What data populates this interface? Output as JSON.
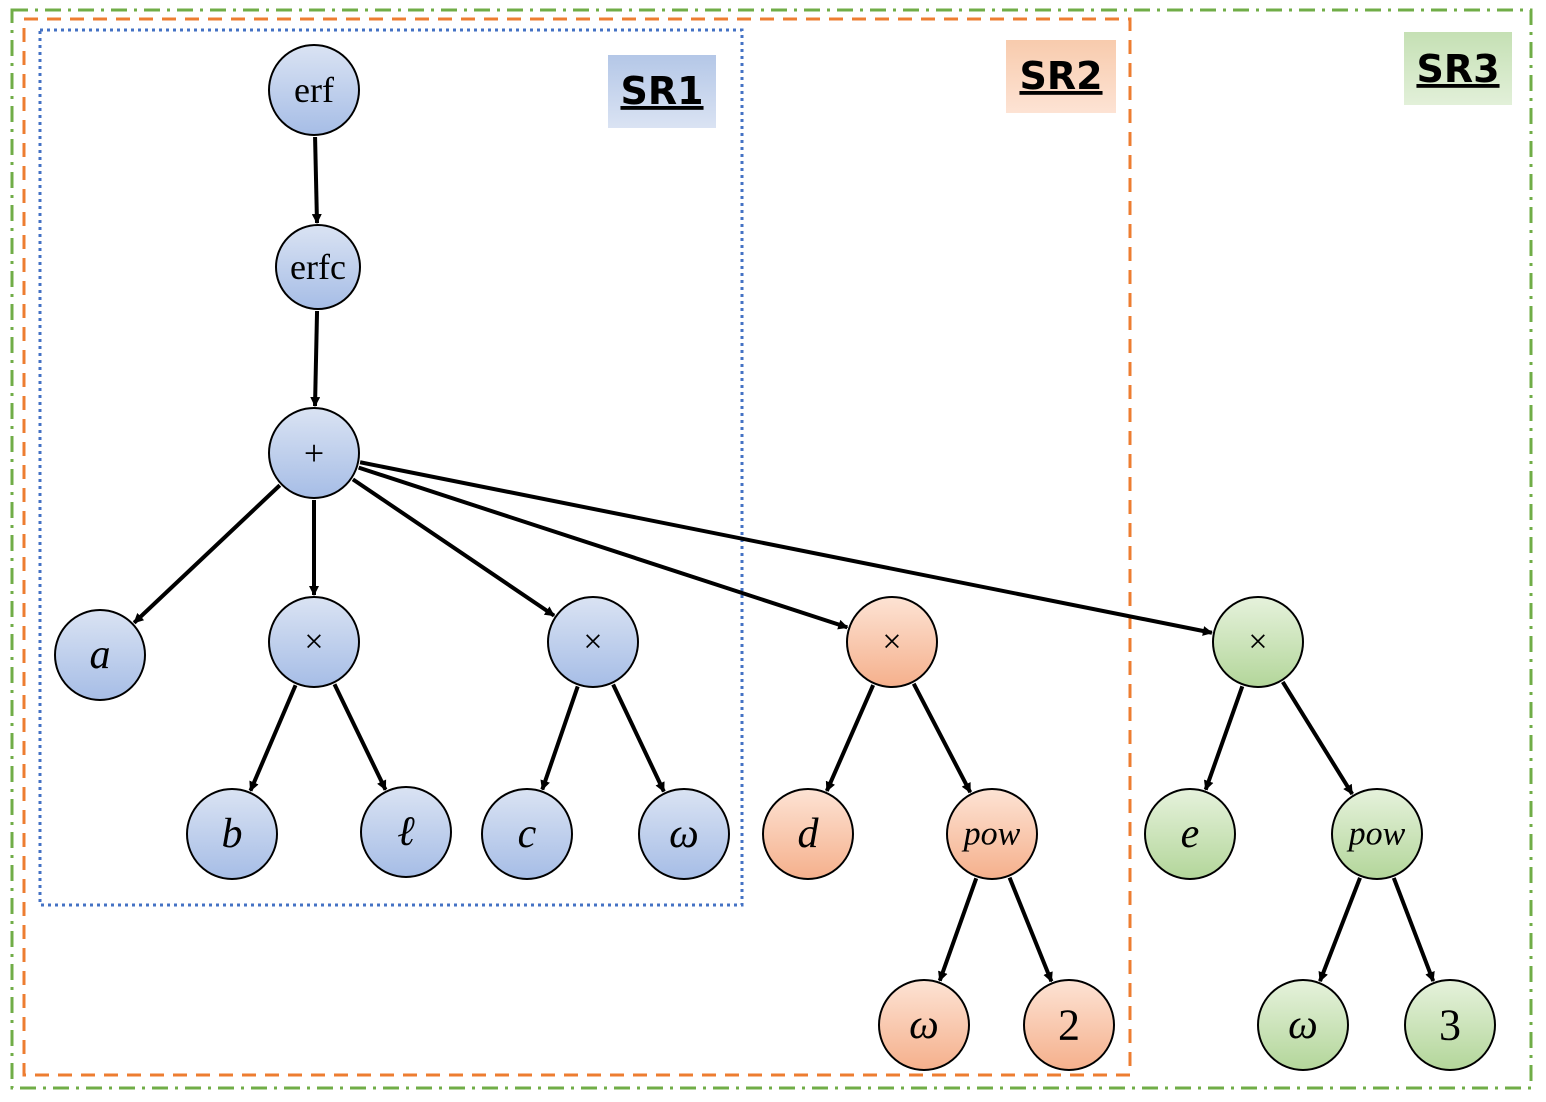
{
  "colors": {
    "blue": "#4472c4",
    "orange": "#ed7d31",
    "green": "#70ad47",
    "edge": "#000000",
    "blue_fill_light": "#dae3f3",
    "blue_fill_dark": "#a6bde6",
    "orange_fill_light": "#fde3d4",
    "orange_fill_dark": "#f5b08c",
    "green_fill_light": "#e6f2dc",
    "green_fill_dark": "#b3d69a"
  },
  "regions": {
    "sr1": {
      "label": "SR1",
      "color": "blue",
      "style": "dotted"
    },
    "sr2": {
      "label": "SR2",
      "color": "orange",
      "style": "dashed"
    },
    "sr3": {
      "label": "SR3",
      "color": "green",
      "style": "dash-dot"
    }
  },
  "nodes": {
    "erf": {
      "label": "erf",
      "group": "blue",
      "italic": false
    },
    "erfc": {
      "label": "erfc",
      "group": "blue",
      "italic": false
    },
    "plus": {
      "label": "+",
      "group": "blue",
      "italic": false
    },
    "a": {
      "label": "a",
      "group": "blue",
      "italic": true
    },
    "times1": {
      "label": "×",
      "group": "blue",
      "italic": false
    },
    "times2": {
      "label": "×",
      "group": "blue",
      "italic": false
    },
    "times3": {
      "label": "×",
      "group": "orange",
      "italic": false
    },
    "times4": {
      "label": "×",
      "group": "green",
      "italic": false
    },
    "b": {
      "label": "b",
      "group": "blue",
      "italic": true
    },
    "ell": {
      "label": "ℓ",
      "group": "blue",
      "italic": true
    },
    "c": {
      "label": "c",
      "group": "blue",
      "italic": true
    },
    "omega1": {
      "label": "ω",
      "group": "blue",
      "italic": true
    },
    "d": {
      "label": "d",
      "group": "orange",
      "italic": true
    },
    "pow1": {
      "label": "pow",
      "group": "orange",
      "italic": true
    },
    "omega2": {
      "label": "ω",
      "group": "orange",
      "italic": true
    },
    "two": {
      "label": "2",
      "group": "orange",
      "italic": false
    },
    "e": {
      "label": "e",
      "group": "green",
      "italic": true
    },
    "pow2": {
      "label": "pow",
      "group": "green",
      "italic": true
    },
    "omega3": {
      "label": "ω",
      "group": "green",
      "italic": true
    },
    "three": {
      "label": "3",
      "group": "green",
      "italic": false
    }
  },
  "edges": [
    [
      "erf",
      "erfc"
    ],
    [
      "erfc",
      "plus"
    ],
    [
      "plus",
      "a"
    ],
    [
      "plus",
      "times1"
    ],
    [
      "plus",
      "times2"
    ],
    [
      "plus",
      "times3"
    ],
    [
      "plus",
      "times4"
    ],
    [
      "times1",
      "b"
    ],
    [
      "times1",
      "ell"
    ],
    [
      "times2",
      "c"
    ],
    [
      "times2",
      "omega1"
    ],
    [
      "times3",
      "d"
    ],
    [
      "times3",
      "pow1"
    ],
    [
      "pow1",
      "omega2"
    ],
    [
      "pow1",
      "two"
    ],
    [
      "times4",
      "e"
    ],
    [
      "times4",
      "pow2"
    ],
    [
      "pow2",
      "omega3"
    ],
    [
      "pow2",
      "three"
    ]
  ]
}
